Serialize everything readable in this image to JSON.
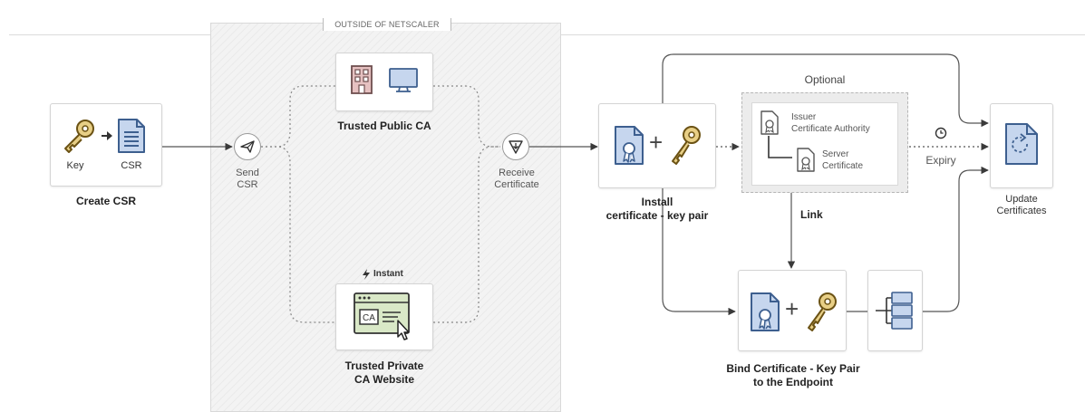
{
  "outside_label": "OUTSIDE OF NETSCALER",
  "create_csr": {
    "key_label": "Key",
    "csr_label": "CSR",
    "title": "Create CSR"
  },
  "send_csr": "Send\nCSR",
  "public_ca": {
    "title": "Trusted Public CA"
  },
  "private_ca": {
    "badge": "Instant",
    "title": "Trusted Private\nCA Website",
    "screen_text": "CA"
  },
  "receive_certificate": "Receive\nCertificate",
  "install": {
    "title": "Install\ncertificate - key pair"
  },
  "optional": {
    "title": "Optional",
    "issuer_line1": "Issuer",
    "issuer_line2": "Certificate Authority",
    "server_line1": "Server",
    "server_line2": "Certificate"
  },
  "link_label": "Link",
  "expiry_label": "Expiry",
  "update": {
    "title": "Update\nCertificates"
  },
  "bind": {
    "title": "Bind Certificate - Key Pair\nto the Endpoint"
  },
  "colors": {
    "cert_fill": "#c6d6ee",
    "cert_stroke": "#3d5f8f",
    "key_fill": "#e8cf86",
    "key_stroke": "#6b5214",
    "screen_fill": "#d9e8c7"
  }
}
